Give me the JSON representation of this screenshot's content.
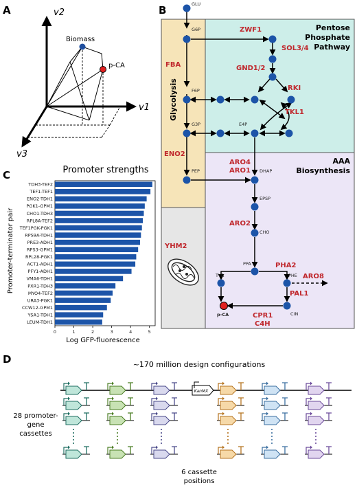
{
  "panels": {
    "a": "A",
    "b": "B",
    "c": "C",
    "d": "D"
  },
  "panel_a": {
    "axis_v1": "v1",
    "axis_v2": "v2",
    "axis_v3": "v3",
    "biomass_label": "Biomass",
    "pca_label": "p-CA",
    "biomass_color": "#1f4e9e",
    "pca_color": "#e02020"
  },
  "panel_b": {
    "regions": {
      "glycolysis": "Glycolysis",
      "ppp": [
        "Pentose",
        "Phosphate",
        "Pathway"
      ],
      "aaa": [
        "AAA",
        "Biosynthesis"
      ]
    },
    "metabolites": {
      "glu": "GLU",
      "g6p": "G6P",
      "f6p": "F6P",
      "g3p": "G3P",
      "e4p": "E4P",
      "pep": "PEP",
      "dhap": "DHAP",
      "epsp": "EPSP",
      "cho": "CHO",
      "ppa": "PPA",
      "tyr": "TYR",
      "phe": "PHE",
      "cin": "CIN",
      "pca": "p-CA"
    },
    "enzymes": {
      "zwf1": "ZWF1",
      "sol34": "SOL3/4",
      "gnd12": "GND1/2",
      "rki": "RKI",
      "tkl1": "TKL1",
      "fba": "FBA",
      "eno2": "ENO2",
      "aro4": "ARO4",
      "aro1": "ARO1",
      "aro2": "ARO2",
      "pha2": "PHA2",
      "aro8": "ARO8",
      "pal1": "PAL1",
      "cpr1": "CPR1",
      "c4h": "C4H",
      "yhm2": "YHM2"
    },
    "colors": {
      "glycolysis": "#f6e4b8",
      "ppp": "#cdeee9",
      "aaa": "#ece6f7",
      "mito": "#e6e6e6",
      "node": "#1c54a8",
      "enzyme": "#c0282d",
      "pca_node": "#e02020"
    }
  },
  "panel_c": {
    "title": "Promoter strengths",
    "ylabel": "Promoter-terminator pair",
    "xlabel": "Log GFP-fluorescence"
  },
  "chart_data": {
    "type": "bar",
    "orientation": "horizontal",
    "title": "Promoter strengths",
    "xlabel": "Log GFP-fluorescence",
    "ylabel": "Promoter-terminator pair",
    "categories": [
      "TDH3-TEF2",
      "TEF1-TEF1",
      "ENO2-TDH1",
      "PGK1-GPM1",
      "CHO1-TDH3",
      "RPL8A-TEF2",
      "TEF1PGK-PGK1",
      "RPS9A-TDH1",
      "PRE3-ADH1",
      "RPS3-GPM1",
      "RPL28-PGK1",
      "ACT1-ADH1",
      "PFY1-ADH1",
      "VMA6-TDH1",
      "PXR1-TDH3",
      "MYO4-TEF2",
      "URA3-PGK1",
      "CCW12-GPM1",
      "YSA1-TDH1",
      "LEUM-TDH1"
    ],
    "values": [
      5.15,
      5.05,
      4.85,
      4.75,
      4.7,
      4.65,
      4.6,
      4.55,
      4.5,
      4.4,
      4.3,
      4.25,
      4.05,
      3.6,
      3.2,
      3.05,
      2.95,
      2.75,
      2.55,
      2.5
    ],
    "xlim": [
      0,
      5.3
    ],
    "xticks": [
      0,
      1,
      2,
      3,
      4,
      5
    ],
    "bar_color": "#1c54a8",
    "grid": false
  },
  "panel_d": {
    "title": "~170 million design configurations",
    "cassettes_label": [
      "28 promoter-",
      "gene",
      "cassettes"
    ],
    "positions_label": [
      "6 cassette",
      "positions"
    ],
    "kanmx": "KanMX",
    "cassette_colors": [
      "#bfe6da",
      "#c8e2b4",
      "#d9d9ee",
      "#f6d9a8",
      "#cfe3f4",
      "#e1d5ef"
    ],
    "cassette_strokes": [
      "#1f6e62",
      "#4b7d24",
      "#4a4a8a",
      "#b5731f",
      "#3b6fa0",
      "#6b4a9a"
    ]
  }
}
